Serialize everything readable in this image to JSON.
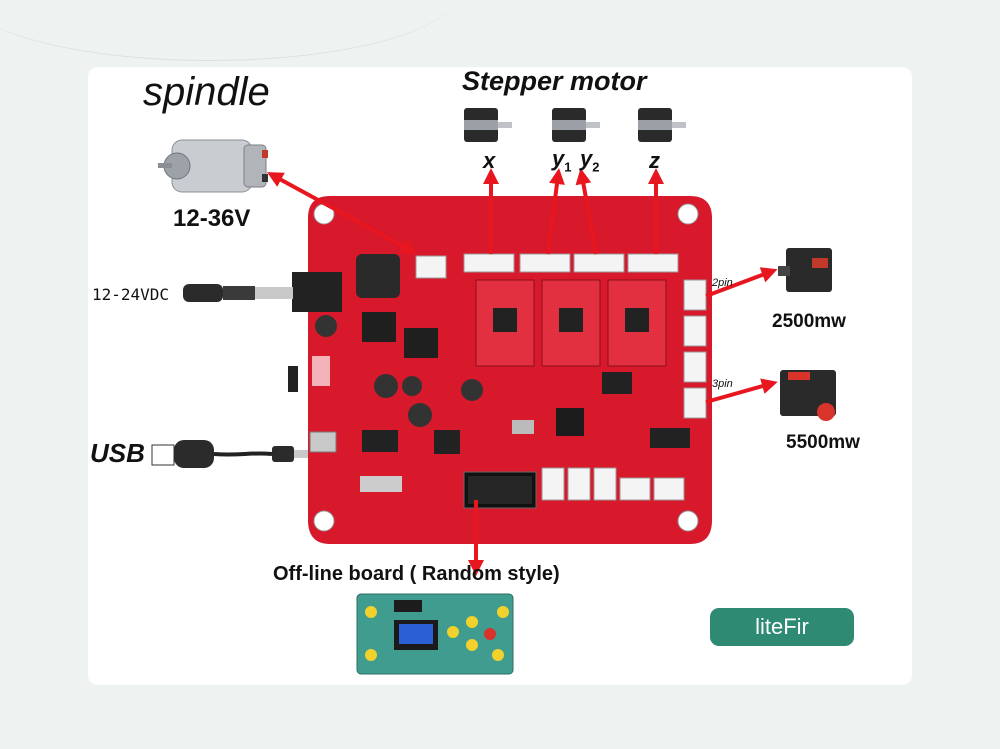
{
  "labels": {
    "spindle": "spindle",
    "stepper_motor": "Stepper motor",
    "axis_x": "x",
    "axis_y1": "y",
    "axis_y1_sub": "1",
    "axis_y2": "y",
    "axis_y2_sub": "2",
    "axis_z": "z",
    "spindle_voltage": "12-36V",
    "power_input": "12-24VDC",
    "usb": "USB",
    "laser_2pin": "2pin",
    "laser_3pin": "3pin",
    "laser_2500": "2500mw",
    "laser_5500": "5500mw",
    "offline_board": "Off-line board ( Random style)",
    "brand": "liteFir"
  },
  "colors": {
    "pcb": "#d8182b",
    "arrow": "#e8161f",
    "brand": "#2e8a73"
  }
}
